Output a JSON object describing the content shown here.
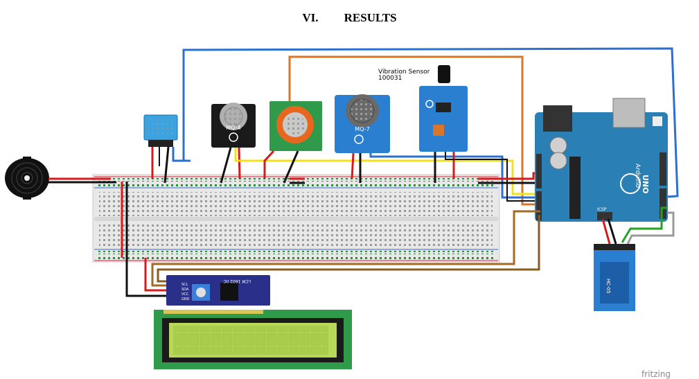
{
  "heading": {
    "number": "VI.",
    "title": "RESULTS"
  },
  "labels": {
    "vibration_sensor": "Vibration Sensor",
    "vibration_part_no": "100031",
    "mq4": "MQ-4",
    "mq7": "MQ-7",
    "lcm": "LCM 1602 IIC",
    "arduino_uno": "UNO",
    "arduino_brand": "Arduino",
    "bt_module": "HC-05",
    "fritzing": "fritzing",
    "lcm_pins": [
      "SCL",
      "SDA",
      "VCC",
      "GND"
    ],
    "arduino_icsp": "ICSP"
  },
  "colors": {
    "breadboard": "#e6e6e6",
    "arduino": "#2a7fb5",
    "lcd_pcb": "#2e9a4a",
    "lcd_screen": "#b8d85a",
    "i2c_board": "#2a2f8a",
    "wire_red": "#d81a1a",
    "wire_black": "#111111",
    "wire_yellow": "#f4e01a",
    "wire_blue": "#2b6fd1",
    "wire_orange": "#d9762a",
    "wire_brown": "#8a5a1e",
    "wire_green": "#22a422",
    "wire_gray": "#9a9a9a"
  }
}
